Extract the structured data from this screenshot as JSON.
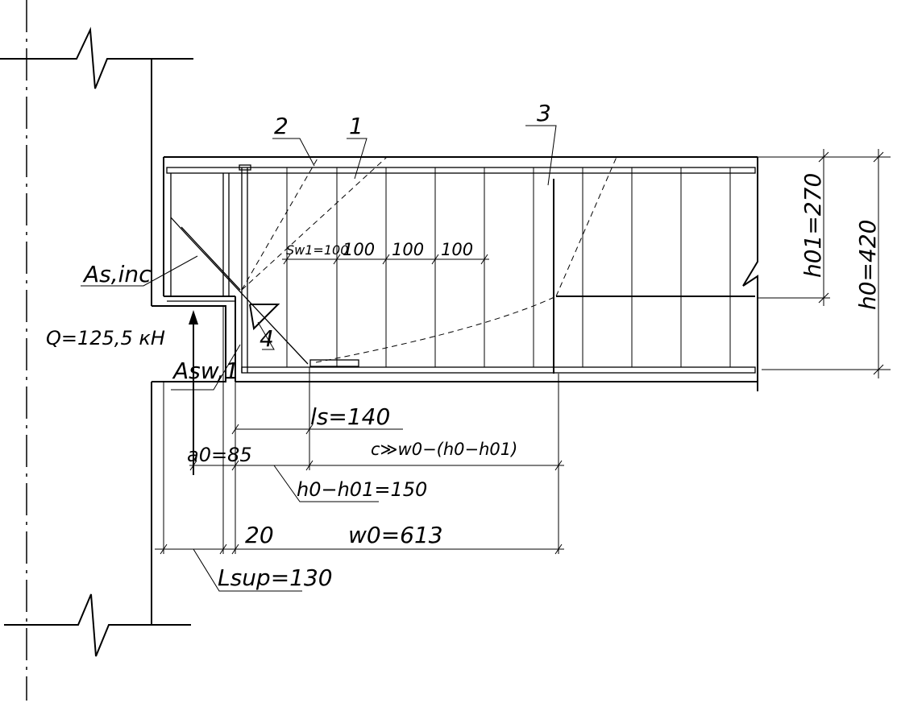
{
  "labels": {
    "callout_2": "2",
    "callout_1": "1",
    "callout_3": "3",
    "callout_4": "4",
    "a_s_inc": "As,inc",
    "a_sw1": "Asw,1",
    "load": "Q=125,5 кН",
    "spacing_first": "Sw1=100",
    "spacing_2": "100",
    "spacing_3": "100",
    "spacing_4": "100",
    "h01": "h01=270",
    "h0": "h0=420",
    "ls": "ls=140",
    "c_formula": "c≫w0−(h0−h01)",
    "a0": "a0=85",
    "h0_minus_h01": "h0−h01=150",
    "gap_20": "20",
    "w0": "w0=613",
    "lsup": "Lsup=130"
  }
}
